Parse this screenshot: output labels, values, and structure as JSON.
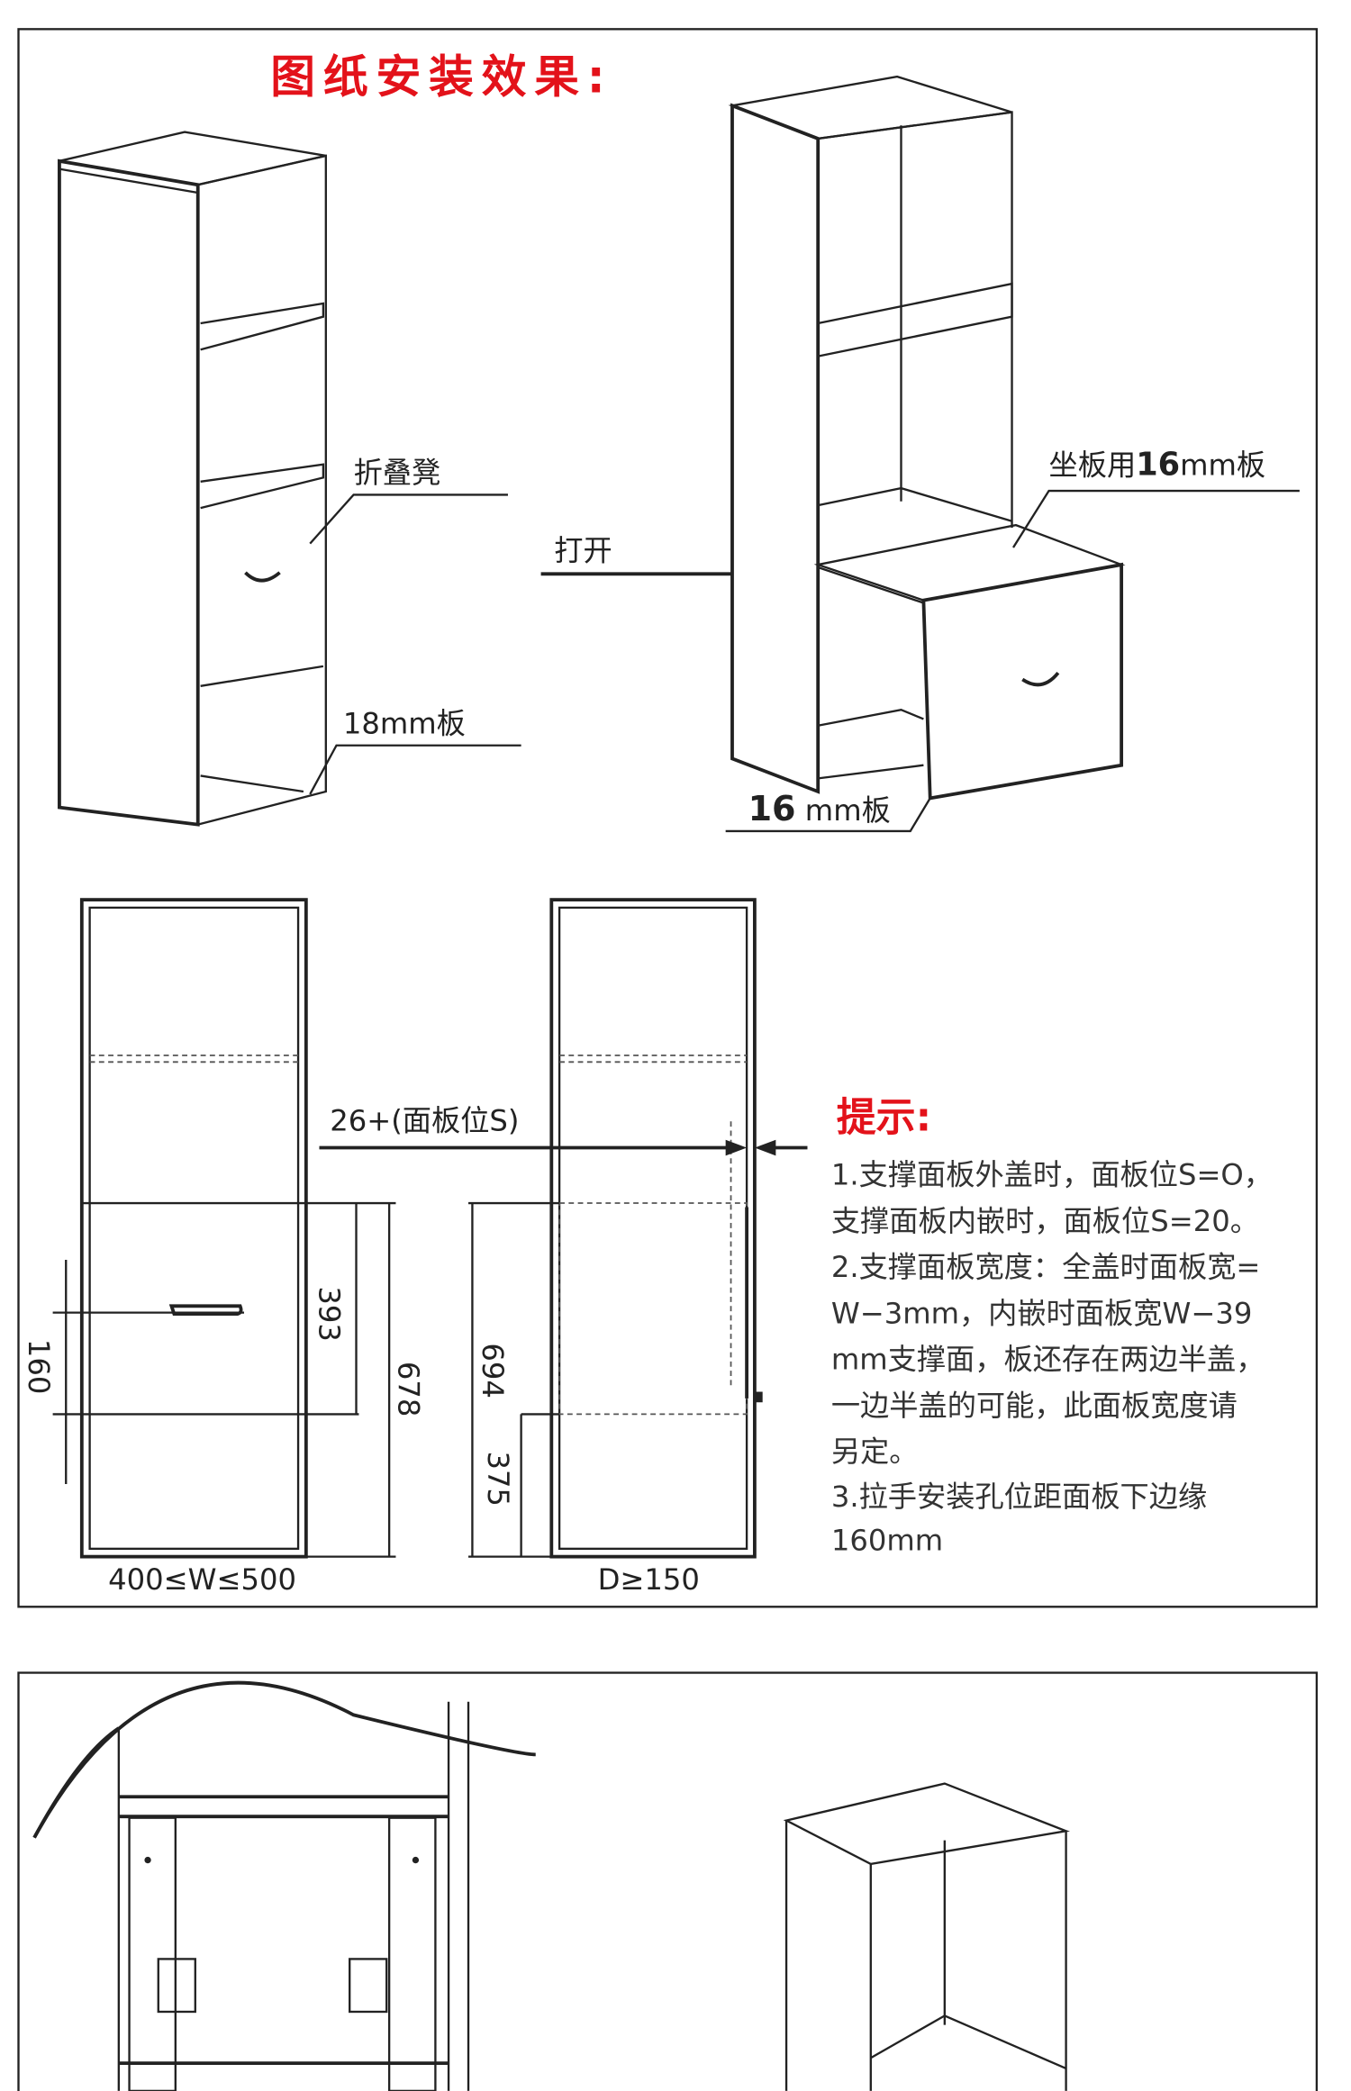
{
  "title": "图纸安装效果:",
  "labels": {
    "folding_stool": "折叠凳",
    "board_18": "18mm板",
    "open": "打开",
    "seat_board_prefix": "坐板用",
    "seat_board_num": "16",
    "seat_board_suffix": "mm板",
    "board_16_num": "16",
    "board_16_suffix": " mm板"
  },
  "dimensions": {
    "offset": "26+(面板位S)",
    "d160": "160",
    "d393": "393",
    "d678": "678",
    "d694": "694",
    "d375": "375",
    "width_range": "400≤W≤500",
    "depth": "D≥150"
  },
  "tips": {
    "title": "提示:",
    "lines": [
      "1.支撑面板外盖时，面板位S=O，",
      "支撑面板内嵌时，面板位S=20。",
      "2.支撑面板宽度：全盖时面板宽=",
      "W−3mm，内嵌时面板宽W−39",
      "mm支撑面，板还存在两边半盖，",
      "一边半盖的可能，此面板宽度请",
      "另定。",
      "3.拉手安装孔位距面板下边缘",
      "160mm"
    ]
  },
  "colors": {
    "accent": "#e3121a",
    "line": "#222222"
  }
}
